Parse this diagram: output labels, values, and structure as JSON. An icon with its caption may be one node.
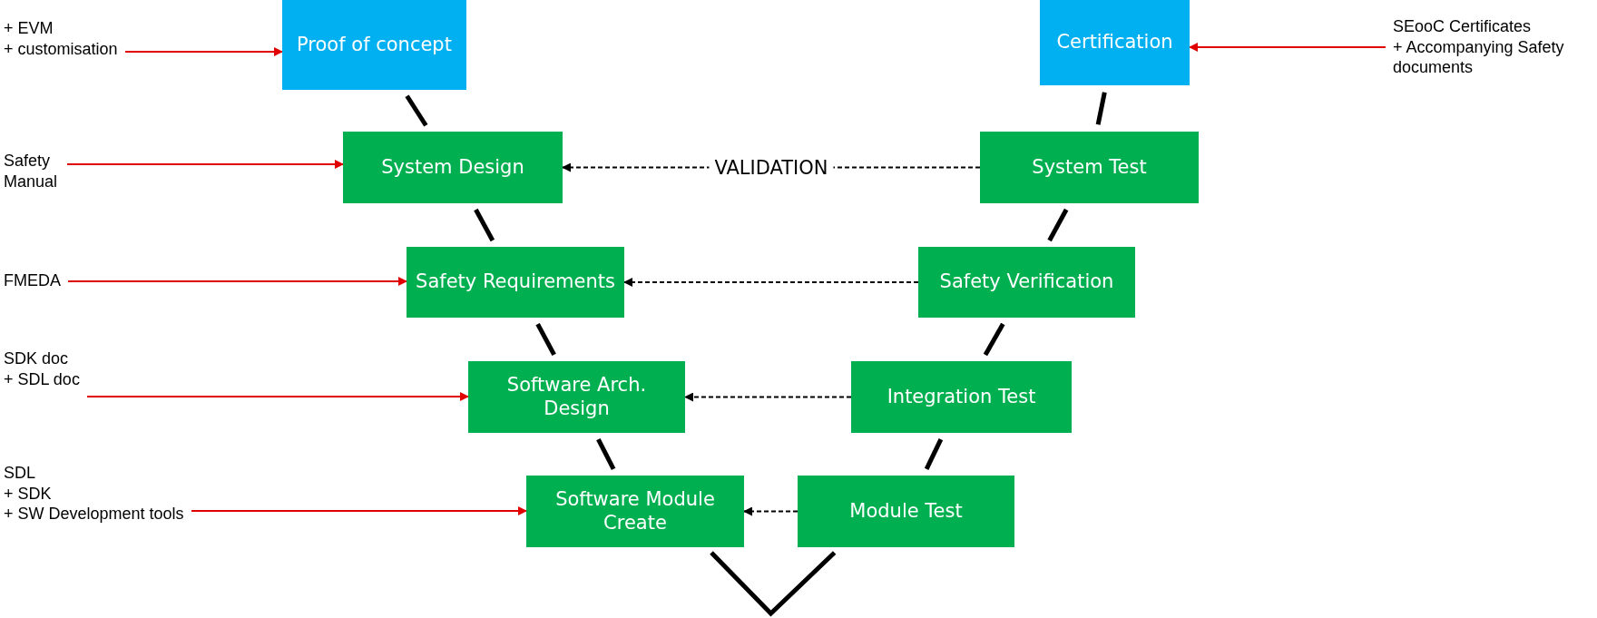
{
  "diagram": {
    "nodes": [
      {
        "text": [
          "Proof of concept"
        ]
      },
      {
        "text": [
          "Certification"
        ]
      },
      {
        "text": [
          "System Design"
        ]
      },
      {
        "text": [
          "System Test"
        ]
      },
      {
        "text": [
          "Safety Requirements"
        ]
      },
      {
        "text": [
          "Safety Verification"
        ]
      },
      {
        "text": [
          "Software Arch. Design"
        ]
      },
      {
        "text": [
          "Integration Test"
        ]
      },
      {
        "text": [
          "Software Module Create"
        ]
      },
      {
        "text": [
          "Module Test"
        ]
      },
      {
        "text": [
          "+ EVM",
          "+ customisation"
        ]
      },
      {
        "text": [
          "Safety Manual"
        ]
      },
      {
        "text": [
          "FMEDA"
        ]
      },
      {
        "text": [
          "SDK doc",
          "+ SDL doc"
        ]
      },
      {
        "text": [
          "SDL",
          "+ SDK",
          "+ SW Development tools"
        ]
      },
      {
        "text": [
          "SEooC Certificates",
          "+ Accompanying Safety documents"
        ]
      }
    ],
    "edges": [
      {
        "from": 0,
        "to": 2,
        "arrow": "none",
        "style": "thick"
      },
      {
        "from": 2,
        "to": 4,
        "arrow": "none",
        "style": "thick"
      },
      {
        "from": 4,
        "to": 6,
        "arrow": "none",
        "style": "thick"
      },
      {
        "from": 6,
        "to": 8,
        "arrow": "none",
        "style": "thick"
      },
      {
        "from": 1,
        "to": 3,
        "arrow": "none",
        "style": "thick"
      },
      {
        "from": 3,
        "to": 5,
        "arrow": "none",
        "style": "thick"
      },
      {
        "from": 5,
        "to": 7,
        "arrow": "none",
        "style": "thick"
      },
      {
        "from": 7,
        "to": 9,
        "arrow": "none",
        "style": "thick"
      },
      {
        "from": 8,
        "to": 9,
        "arrow": "none",
        "style": "thick"
      },
      {
        "from": 3,
        "to": 2,
        "arrow": "to",
        "style": "dashed",
        "label": "VALIDATION"
      },
      {
        "from": 5,
        "to": 4,
        "arrow": "to",
        "style": "dashed"
      },
      {
        "from": 7,
        "to": 6,
        "arrow": "to",
        "style": "dashed"
      },
      {
        "from": 9,
        "to": 8,
        "arrow": "to",
        "style": "dashed"
      },
      {
        "from": 10,
        "to": 0,
        "arrow": "to",
        "color": "#e00000"
      },
      {
        "from": 11,
        "to": 2,
        "arrow": "to",
        "color": "#e00000"
      },
      {
        "from": 12,
        "to": 4,
        "arrow": "to",
        "color": "#e00000"
      },
      {
        "from": 13,
        "to": 6,
        "arrow": "to",
        "color": "#e00000"
      },
      {
        "from": 14,
        "to": 8,
        "arrow": "to",
        "color": "#e00000"
      },
      {
        "from": 15,
        "to": 1,
        "arrow": "to",
        "color": "#e00000"
      }
    ]
  }
}
